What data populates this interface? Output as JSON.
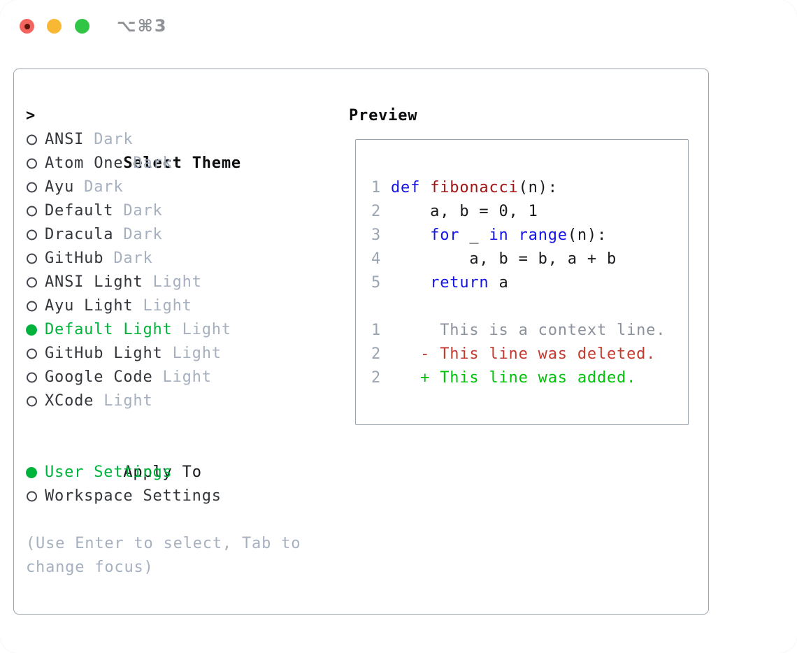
{
  "window": {
    "title": "⌥⌘3"
  },
  "colors": {
    "accent_green": "#00b33c",
    "added_green": "#00c20a",
    "deleted_red": "#c43a2e",
    "keyword_blue": "#1414e8",
    "function_red": "#a31515",
    "gutter_gray": "#9aa5b3",
    "context_gray": "#8b929c",
    "muted_gray": "#a6b0bf",
    "traffic_red": "#f4645f",
    "traffic_yellow": "#f8b834",
    "traffic_green": "#31c546"
  },
  "theme_selector": {
    "prompt": ">",
    "title": "Select Theme",
    "themes": [
      {
        "name": "ANSI",
        "variant": "Dark",
        "selected": false
      },
      {
        "name": "Atom One",
        "variant": "Dark",
        "selected": false
      },
      {
        "name": "Ayu",
        "variant": "Dark",
        "selected": false
      },
      {
        "name": "Default",
        "variant": "Dark",
        "selected": false
      },
      {
        "name": "Dracula",
        "variant": "Dark",
        "selected": false
      },
      {
        "name": "GitHub",
        "variant": "Dark",
        "selected": false
      },
      {
        "name": "ANSI Light",
        "variant": "Light",
        "selected": false
      },
      {
        "name": "Ayu Light",
        "variant": "Light",
        "selected": false
      },
      {
        "name": "Default Light",
        "variant": "Light",
        "selected": true
      },
      {
        "name": "GitHub Light",
        "variant": "Light",
        "selected": false
      },
      {
        "name": "Google Code",
        "variant": "Light",
        "selected": false
      },
      {
        "name": "XCode",
        "variant": "Light",
        "selected": false
      }
    ],
    "apply_to": {
      "title": "Apply To",
      "options": [
        {
          "name": "User Settings",
          "selected": true
        },
        {
          "name": "Workspace Settings",
          "selected": false
        }
      ]
    },
    "help_lines": [
      "(Use Enter to select, Tab to",
      "change focus)"
    ]
  },
  "preview": {
    "title": "Preview",
    "lines": [
      {
        "num": "1",
        "tokens": [
          {
            "t": "def",
            "c": "kw"
          },
          {
            "t": " ",
            "c": "pl"
          },
          {
            "t": "fibonacci",
            "c": "fn"
          },
          {
            "t": "(n):",
            "c": "pl"
          }
        ]
      },
      {
        "num": "2",
        "tokens": [
          {
            "t": "    a, b = 0, 1",
            "c": "pl"
          }
        ]
      },
      {
        "num": "3",
        "tokens": [
          {
            "t": "    ",
            "c": "pl"
          },
          {
            "t": "for",
            "c": "kw"
          },
          {
            "t": " _ ",
            "c": "pl"
          },
          {
            "t": "in",
            "c": "kw"
          },
          {
            "t": " ",
            "c": "pl"
          },
          {
            "t": "range",
            "c": "kw"
          },
          {
            "t": "(n):",
            "c": "pl"
          }
        ]
      },
      {
        "num": "4",
        "tokens": [
          {
            "t": "        a, b = b, a + b",
            "c": "pl"
          }
        ]
      },
      {
        "num": "5",
        "tokens": [
          {
            "t": "    ",
            "c": "pl"
          },
          {
            "t": "return",
            "c": "kw"
          },
          {
            "t": " a",
            "c": "pl"
          }
        ]
      },
      {
        "num": "",
        "tokens": []
      },
      {
        "num": "1",
        "tokens": [
          {
            "t": "     This is a context line.",
            "c": "ctx"
          }
        ]
      },
      {
        "num": "2",
        "tokens": [
          {
            "t": "   ",
            "c": "pl"
          },
          {
            "t": "- This line was deleted.",
            "c": "del"
          }
        ]
      },
      {
        "num": "2",
        "tokens": [
          {
            "t": "   ",
            "c": "pl"
          },
          {
            "t": "+ This line was added.",
            "c": "add"
          }
        ]
      }
    ]
  }
}
